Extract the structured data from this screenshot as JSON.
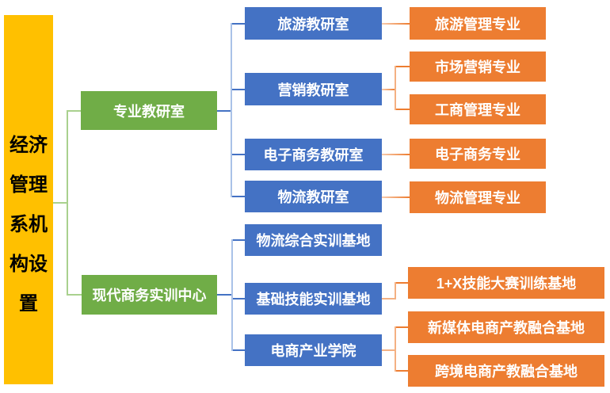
{
  "diagram_title": "经济管理系机构设置",
  "colors": {
    "root_fill": "#FFC000",
    "root_text": "#000000",
    "level1_fill": "#70AD47",
    "level2_fill": "#4472C4",
    "level3_fill": "#ED7D31",
    "box_text": "#FFFFFF",
    "connector_green": "#A9D18E",
    "connector_blue_light": "#A9C2E8",
    "connector_blue_dark": "#4472C4",
    "connector_orange_light": "#F4B183",
    "connector_orange_dark": "#ED7D31",
    "background": "#FFFFFF"
  },
  "org": {
    "root": {
      "label": "经济管理系机构设置"
    },
    "branches": [
      {
        "label": "专业教研室",
        "children": [
          {
            "label": "旅游教研室",
            "children": [
              {
                "label": "旅游管理专业"
              }
            ]
          },
          {
            "label": "营销教研室",
            "children": [
              {
                "label": "市场营销专业"
              },
              {
                "label": "工商管理专业"
              }
            ]
          },
          {
            "label": "电子商务教研室",
            "children": [
              {
                "label": "电子商务专业"
              }
            ]
          },
          {
            "label": "物流教研室",
            "children": [
              {
                "label": "物流管理专业"
              }
            ]
          }
        ]
      },
      {
        "label": "现代商务实训中心",
        "children": [
          {
            "label": "物流综合实训基地",
            "children": []
          },
          {
            "label": "基础技能实训基地",
            "children": [
              {
                "label": "1+X技能大赛训练基地"
              }
            ]
          },
          {
            "label": "电商产业学院",
            "children": [
              {
                "label": "新媒体电商产教融合基地"
              },
              {
                "label": "跨境电商产教融合基地"
              }
            ]
          }
        ]
      }
    ]
  }
}
